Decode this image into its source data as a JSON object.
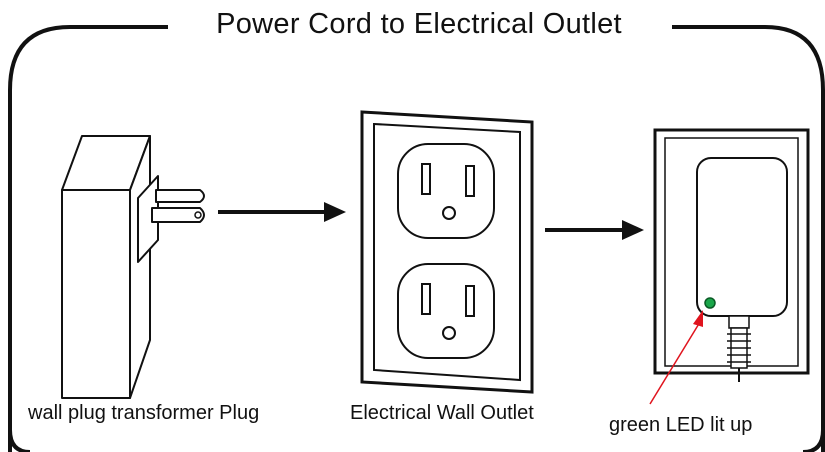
{
  "title": "Power Cord to Electrical Outlet",
  "captions": {
    "plug": "wall plug transformer Plug",
    "outlet": "Electrical Wall Outlet",
    "led": "green LED lit up"
  },
  "colors": {
    "line": "#111111",
    "led": "#1aa64a",
    "pointer": "#e0141e"
  },
  "icons": {
    "plug": "wall-plug-transformer-icon",
    "outlet": "wall-outlet-icon",
    "device": "device-with-led-icon"
  }
}
